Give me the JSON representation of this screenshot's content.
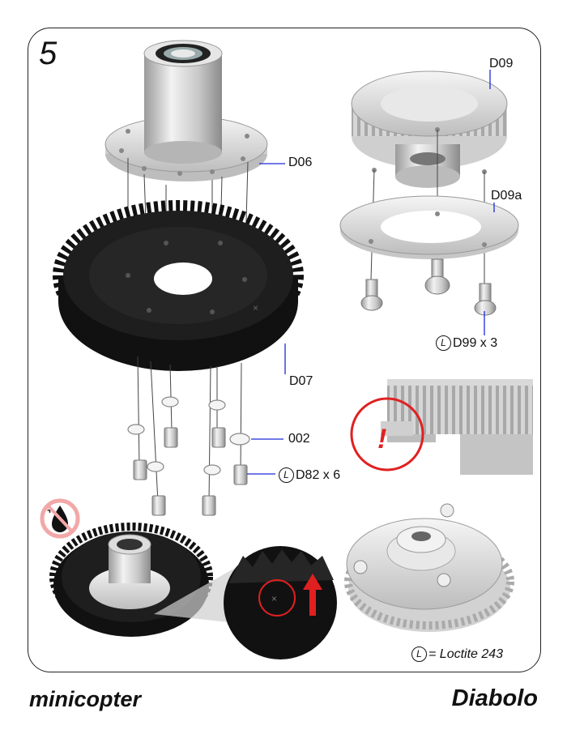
{
  "step": "5",
  "callouts": {
    "d06": "D06",
    "d07": "D07",
    "d09": "D09",
    "d09a": "D09a",
    "d99": "D99 x 3",
    "p002": "002",
    "d82": "D82 x 6"
  },
  "legend": {
    "symbol": "L",
    "text": "= Loctite 243"
  },
  "footer": {
    "left": "minicopter",
    "right": "Diabolo"
  },
  "warning_mark": "!",
  "colors": {
    "gear": "#1a1a1a",
    "metal": "#d9d9d9",
    "warning_red": "#e02020",
    "callout_blue": "#1a2bd6"
  }
}
